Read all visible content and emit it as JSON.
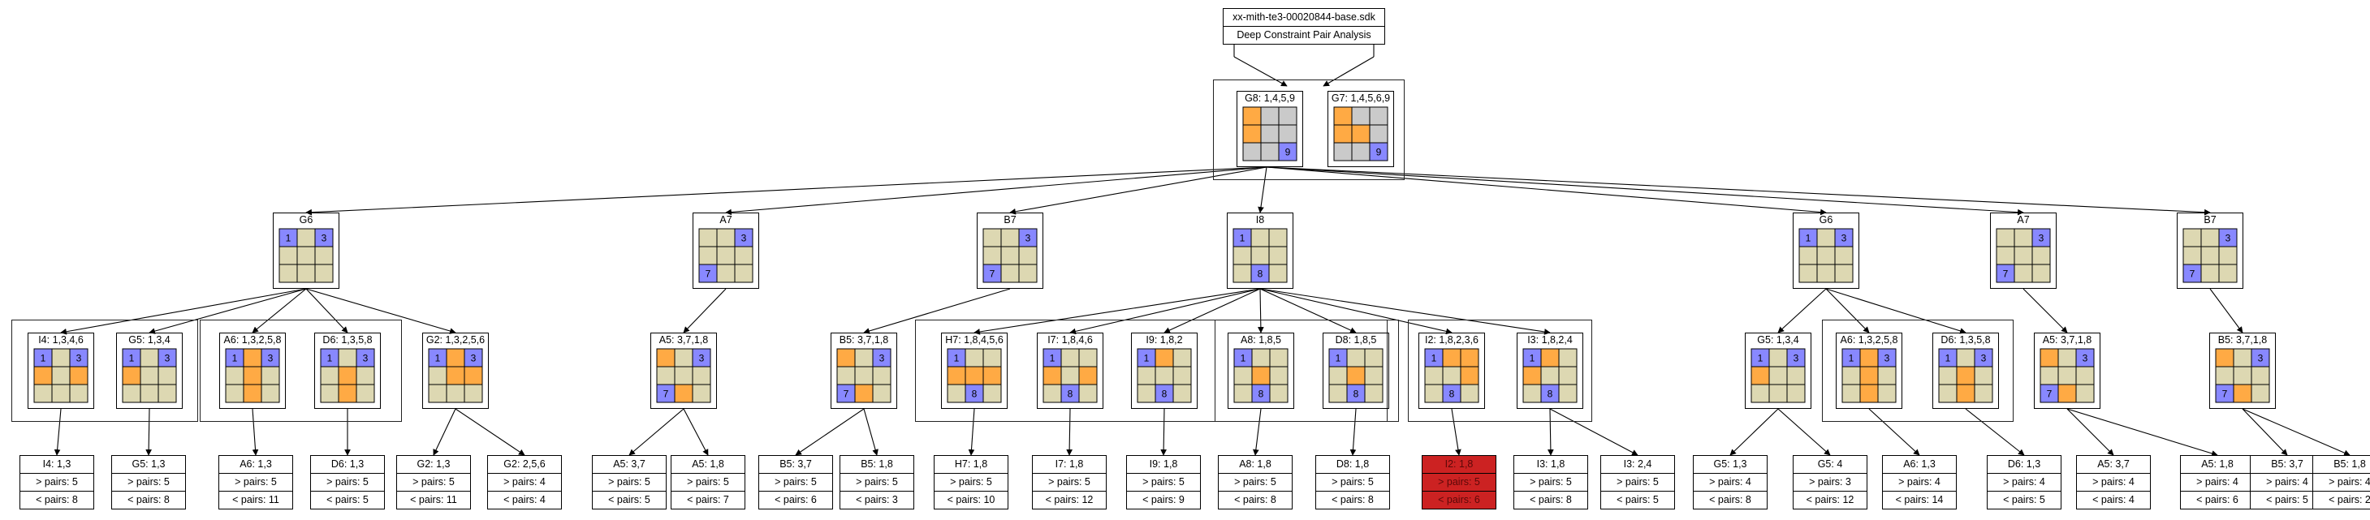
{
  "header": {
    "lines": [
      "xx-mith-te3-00020844-base.sdk",
      "Deep Constraint Pair Analysis"
    ]
  },
  "colors": {
    "blue": "#8888ff",
    "orange": "#ffaa44",
    "tan": "#ddd8b2",
    "grey": "#cacaca",
    "highlight": "#cc2222"
  },
  "root_boxes": [
    {
      "label": "G8: 1,4,5,9",
      "cells": [
        "o",
        "g",
        "g",
        "o",
        "g",
        "g",
        "g",
        "g",
        "b"
      ],
      "nums": [
        "",
        "",
        "",
        "",
        "",
        "",
        "",
        "",
        "9"
      ]
    },
    {
      "label": "G7: 1,4,5,6,9",
      "cells": [
        "o",
        "g",
        "g",
        "o",
        "o",
        "g",
        "g",
        "g",
        "b"
      ],
      "nums": [
        "",
        "",
        "",
        "",
        "",
        "",
        "",
        "",
        "9"
      ]
    }
  ],
  "level1": [
    {
      "label": "G6",
      "cells": [
        "b",
        "t",
        "b",
        "t",
        "t",
        "t",
        "t",
        "t",
        "t"
      ],
      "nums": [
        "1",
        "",
        "3",
        "",
        "",
        "",
        "",
        "",
        ""
      ]
    },
    {
      "label": "A7",
      "cells": [
        "t",
        "t",
        "b",
        "t",
        "t",
        "t",
        "b",
        "t",
        "t"
      ],
      "nums": [
        "",
        "",
        "3",
        "",
        "",
        "",
        "7",
        "",
        ""
      ]
    },
    {
      "label": "B7",
      "cells": [
        "t",
        "t",
        "b",
        "t",
        "t",
        "t",
        "b",
        "t",
        "t"
      ],
      "nums": [
        "",
        "",
        "3",
        "",
        "",
        "",
        "7",
        "",
        ""
      ]
    },
    {
      "label": "I8",
      "cells": [
        "b",
        "t",
        "t",
        "t",
        "t",
        "t",
        "t",
        "b",
        "t"
      ],
      "nums": [
        "1",
        "",
        "",
        "",
        "",
        "",
        "",
        "8",
        ""
      ]
    },
    {
      "label": "G6",
      "cells": [
        "b",
        "t",
        "b",
        "t",
        "t",
        "t",
        "t",
        "t",
        "t"
      ],
      "nums": [
        "1",
        "",
        "3",
        "",
        "",
        "",
        "",
        "",
        ""
      ]
    },
    {
      "label": "A7",
      "cells": [
        "t",
        "t",
        "b",
        "t",
        "t",
        "t",
        "b",
        "t",
        "t"
      ],
      "nums": [
        "",
        "",
        "3",
        "",
        "",
        "",
        "7",
        "",
        ""
      ]
    },
    {
      "label": "B7",
      "cells": [
        "t",
        "t",
        "b",
        "t",
        "t",
        "t",
        "b",
        "t",
        "t"
      ],
      "nums": [
        "",
        "",
        "3",
        "",
        "",
        "",
        "7",
        "",
        ""
      ]
    }
  ],
  "level2": [
    {
      "label": "I4: 1,3,4,6",
      "cells": [
        "b",
        "t",
        "b",
        "o",
        "t",
        "o",
        "t",
        "t",
        "t"
      ],
      "nums": [
        "1",
        "",
        "3",
        "",
        "",
        "",
        "",
        "",
        ""
      ]
    },
    {
      "label": "G5: 1,3,4",
      "cells": [
        "b",
        "t",
        "b",
        "o",
        "t",
        "t",
        "t",
        "t",
        "t"
      ],
      "nums": [
        "1",
        "",
        "3",
        "",
        "",
        "",
        "",
        "",
        ""
      ]
    },
    {
      "label": "A6: 1,3,2,5,8",
      "cells": [
        "b",
        "o",
        "b",
        "t",
        "o",
        "t",
        "t",
        "o",
        "t"
      ],
      "nums": [
        "1",
        "",
        "3",
        "",
        "",
        "",
        "",
        "",
        ""
      ]
    },
    {
      "label": "D6: 1,3,5,8",
      "cells": [
        "b",
        "t",
        "b",
        "t",
        "o",
        "t",
        "t",
        "o",
        "t"
      ],
      "nums": [
        "1",
        "",
        "3",
        "",
        "",
        "",
        "",
        "",
        ""
      ]
    },
    {
      "label": "G2: 1,3,2,5,6",
      "cells": [
        "b",
        "o",
        "b",
        "t",
        "o",
        "o",
        "t",
        "t",
        "t"
      ],
      "nums": [
        "1",
        "",
        "3",
        "",
        "",
        "",
        "",
        "",
        ""
      ]
    },
    {
      "label": "A5: 3,7,1,8",
      "cells": [
        "o",
        "t",
        "b",
        "t",
        "t",
        "t",
        "b",
        "o",
        "t"
      ],
      "nums": [
        "",
        "",
        "3",
        "",
        "",
        "",
        "7",
        "",
        ""
      ]
    },
    {
      "label": "B5: 3,7,1,8",
      "cells": [
        "o",
        "t",
        "b",
        "t",
        "t",
        "t",
        "b",
        "o",
        "t"
      ],
      "nums": [
        "",
        "",
        "3",
        "",
        "",
        "",
        "7",
        "",
        ""
      ]
    },
    {
      "label": "H7: 1,8,4,5,6",
      "cells": [
        "b",
        "t",
        "t",
        "o",
        "o",
        "o",
        "t",
        "b",
        "t"
      ],
      "nums": [
        "1",
        "",
        "",
        "",
        "",
        "",
        "",
        "8",
        ""
      ]
    },
    {
      "label": "I7: 1,8,4,6",
      "cells": [
        "b",
        "t",
        "t",
        "o",
        "t",
        "o",
        "t",
        "b",
        "t"
      ],
      "nums": [
        "1",
        "",
        "",
        "",
        "",
        "",
        "",
        "8",
        ""
      ]
    },
    {
      "label": "I9: 1,8,2",
      "cells": [
        "b",
        "o",
        "t",
        "t",
        "t",
        "t",
        "t",
        "b",
        "t"
      ],
      "nums": [
        "1",
        "",
        "",
        "",
        "",
        "",
        "",
        "8",
        ""
      ]
    },
    {
      "label": "A8: 1,8,5",
      "cells": [
        "b",
        "t",
        "t",
        "t",
        "o",
        "t",
        "t",
        "b",
        "t"
      ],
      "nums": [
        "1",
        "",
        "",
        "",
        "",
        "",
        "",
        "8",
        ""
      ]
    },
    {
      "label": "D8: 1,8,5",
      "cells": [
        "b",
        "t",
        "t",
        "t",
        "o",
        "t",
        "t",
        "b",
        "t"
      ],
      "nums": [
        "1",
        "",
        "",
        "",
        "",
        "",
        "",
        "8",
        ""
      ]
    },
    {
      "label": "I2: 1,8,2,3,6",
      "cells": [
        "b",
        "o",
        "o",
        "t",
        "t",
        "o",
        "t",
        "b",
        "t"
      ],
      "nums": [
        "1",
        "",
        "",
        "",
        "",
        "",
        "",
        "8",
        ""
      ]
    },
    {
      "label": "I3: 1,8,2,4",
      "cells": [
        "b",
        "o",
        "t",
        "o",
        "t",
        "t",
        "t",
        "b",
        "t"
      ],
      "nums": [
        "1",
        "",
        "",
        "",
        "",
        "",
        "",
        "8",
        ""
      ]
    },
    {
      "label": "G5: 1,3,4",
      "cells": [
        "b",
        "t",
        "b",
        "o",
        "t",
        "t",
        "t",
        "t",
        "t"
      ],
      "nums": [
        "1",
        "",
        "3",
        "",
        "",
        "",
        "",
        "",
        ""
      ]
    },
    {
      "label": "A6: 1,3,2,5,8",
      "cells": [
        "b",
        "o",
        "b",
        "t",
        "o",
        "t",
        "t",
        "o",
        "t"
      ],
      "nums": [
        "1",
        "",
        "3",
        "",
        "",
        "",
        "",
        "",
        ""
      ]
    },
    {
      "label": "D6: 1,3,5,8",
      "cells": [
        "b",
        "t",
        "b",
        "t",
        "o",
        "t",
        "t",
        "o",
        "t"
      ],
      "nums": [
        "1",
        "",
        "3",
        "",
        "",
        "",
        "",
        "",
        ""
      ]
    },
    {
      "label": "A5: 3,7,1,8",
      "cells": [
        "o",
        "t",
        "b",
        "t",
        "t",
        "t",
        "b",
        "o",
        "t"
      ],
      "nums": [
        "",
        "",
        "3",
        "",
        "",
        "",
        "7",
        "",
        ""
      ]
    },
    {
      "label": "B5: 3,7,1,8",
      "cells": [
        "o",
        "t",
        "b",
        "t",
        "t",
        "t",
        "b",
        "o",
        "t"
      ],
      "nums": [
        "",
        "",
        "3",
        "",
        "",
        "",
        "7",
        "",
        ""
      ]
    }
  ],
  "leaves": [
    {
      "title": "I4: 1,3",
      "gt": "> pairs: 5",
      "lt": "< pairs: 8"
    },
    {
      "title": "G5: 1,3",
      "gt": "> pairs: 5",
      "lt": "< pairs: 8"
    },
    {
      "title": "A6: 1,3",
      "gt": "> pairs: 5",
      "lt": "< pairs: 11"
    },
    {
      "title": "D6: 1,3",
      "gt": "> pairs: 5",
      "lt": "< pairs: 5"
    },
    {
      "title": "G2: 1,3",
      "gt": "> pairs: 5",
      "lt": "< pairs: 11"
    },
    {
      "title": "G2: 2,5,6",
      "gt": "> pairs: 4",
      "lt": "< pairs: 4"
    },
    {
      "title": "A5: 3,7",
      "gt": "> pairs: 5",
      "lt": "< pairs: 5"
    },
    {
      "title": "A5: 1,8",
      "gt": "> pairs: 5",
      "lt": "< pairs: 7"
    },
    {
      "title": "B5: 3,7",
      "gt": "> pairs: 5",
      "lt": "< pairs: 6"
    },
    {
      "title": "B5: 1,8",
      "gt": "> pairs: 5",
      "lt": "< pairs: 3"
    },
    {
      "title": "H7: 1,8",
      "gt": "> pairs: 5",
      "lt": "< pairs: 10"
    },
    {
      "title": "I7: 1,8",
      "gt": "> pairs: 5",
      "lt": "< pairs: 12"
    },
    {
      "title": "I9: 1,8",
      "gt": "> pairs: 5",
      "lt": "< pairs: 9"
    },
    {
      "title": "A8: 1,8",
      "gt": "> pairs: 5",
      "lt": "< pairs: 8"
    },
    {
      "title": "D8: 1,8",
      "gt": "> pairs: 5",
      "lt": "< pairs: 8"
    },
    {
      "title": "I2: 1,8",
      "gt": "> pairs: 5",
      "lt": "< pairs: 6",
      "highlight": true
    },
    {
      "title": "I3: 1,8",
      "gt": "> pairs: 5",
      "lt": "< pairs: 8"
    },
    {
      "title": "I3: 2,4",
      "gt": "> pairs: 5",
      "lt": "< pairs: 5"
    },
    {
      "title": "G5: 1,3",
      "gt": "> pairs: 4",
      "lt": "< pairs: 8"
    },
    {
      "title": "G5: 4",
      "gt": "> pairs: 3",
      "lt": "< pairs: 12"
    },
    {
      "title": "A6: 1,3",
      "gt": "> pairs: 4",
      "lt": "< pairs: 14"
    },
    {
      "title": "D6: 1,3",
      "gt": "> pairs: 4",
      "lt": "< pairs: 5"
    },
    {
      "title": "A5: 3,7",
      "gt": "> pairs: 4",
      "lt": "< pairs: 4"
    },
    {
      "title": "A5: 1,8",
      "gt": "> pairs: 4",
      "lt": "< pairs: 6"
    },
    {
      "title": "B5: 3,7",
      "gt": "> pairs: 4",
      "lt": "< pairs: 5"
    },
    {
      "title": "B5: 1,8",
      "gt": "> pairs: 4",
      "lt": "< pairs: 2"
    }
  ]
}
